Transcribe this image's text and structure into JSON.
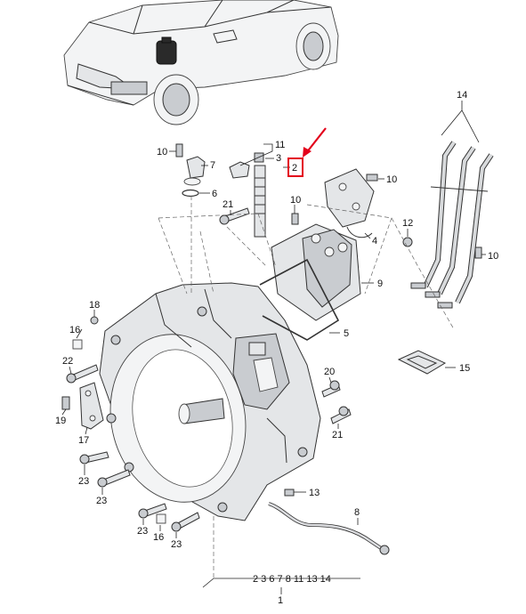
{
  "diagram": {
    "callouts": [
      {
        "id": "c14",
        "text": "14"
      },
      {
        "id": "c10a",
        "text": "10"
      },
      {
        "id": "c11",
        "text": "11"
      },
      {
        "id": "c7",
        "text": "7"
      },
      {
        "id": "c3",
        "text": "3"
      },
      {
        "id": "c2",
        "text": "2"
      },
      {
        "id": "c6",
        "text": "6"
      },
      {
        "id": "c10b",
        "text": "10"
      },
      {
        "id": "c21a",
        "text": "21"
      },
      {
        "id": "c10c",
        "text": "10"
      },
      {
        "id": "c4",
        "text": "4"
      },
      {
        "id": "c12",
        "text": "12"
      },
      {
        "id": "c10d",
        "text": "10"
      },
      {
        "id": "c9",
        "text": "9"
      },
      {
        "id": "c18",
        "text": "18"
      },
      {
        "id": "c16a",
        "text": "16"
      },
      {
        "id": "c5",
        "text": "5"
      },
      {
        "id": "c22",
        "text": "22"
      },
      {
        "id": "c15",
        "text": "15"
      },
      {
        "id": "c20",
        "text": "20"
      },
      {
        "id": "c19",
        "text": "19"
      },
      {
        "id": "c21b",
        "text": "21"
      },
      {
        "id": "c17",
        "text": "17"
      },
      {
        "id": "c23a",
        "text": "23"
      },
      {
        "id": "c23b",
        "text": "23"
      },
      {
        "id": "c13",
        "text": "13"
      },
      {
        "id": "c8",
        "text": "8"
      },
      {
        "id": "c23c",
        "text": "23"
      },
      {
        "id": "c16b",
        "text": "16"
      },
      {
        "id": "c23d",
        "text": "23"
      }
    ],
    "footer_parts": "2 3 6 7 8 11 13 14",
    "footer_assembly": "1",
    "highlight_color": "#e3001b"
  }
}
